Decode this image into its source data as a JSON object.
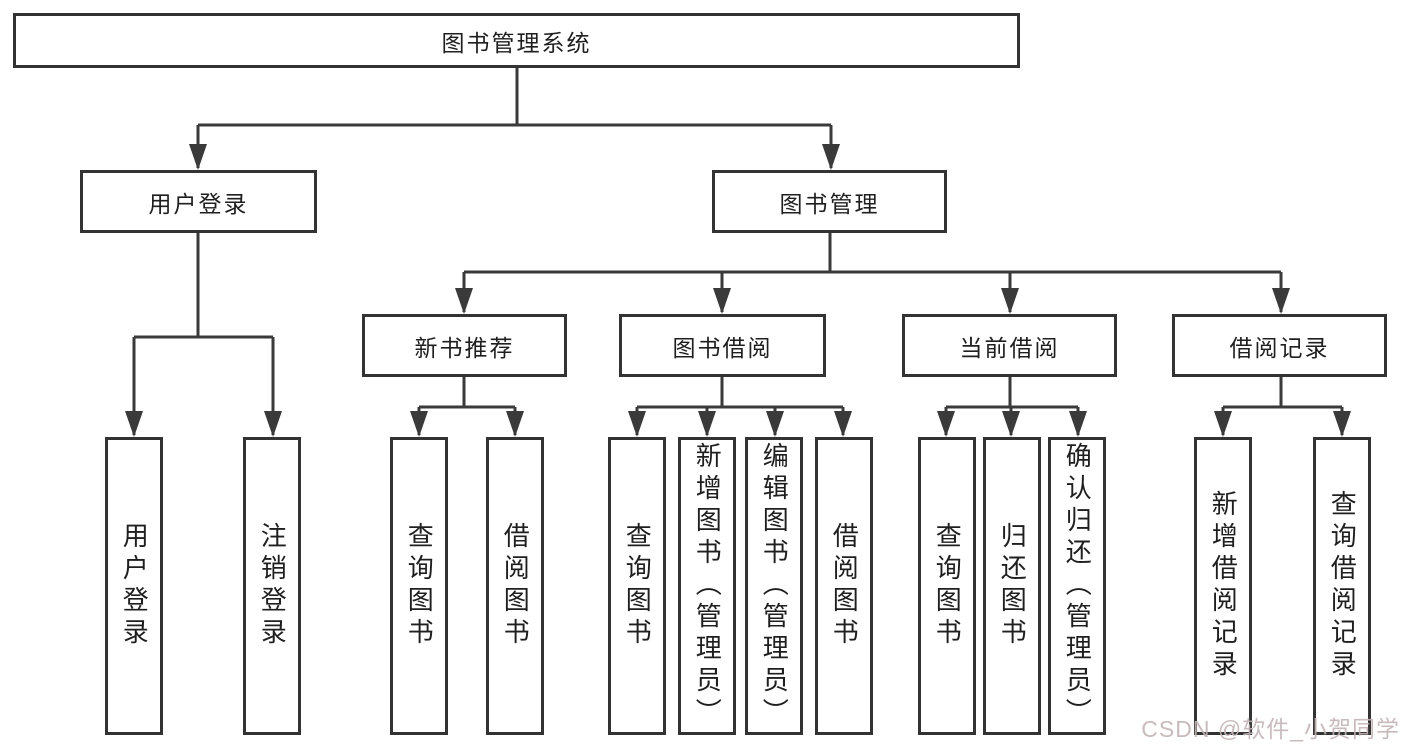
{
  "diagram": {
    "root": {
      "label": "图书管理系统"
    },
    "level1": {
      "user_login": {
        "label": "用户登录"
      },
      "book_mgmt": {
        "label": "图书管理"
      }
    },
    "level2": {
      "new_book_rec": {
        "label": "新书推荐"
      },
      "book_borrow": {
        "label": "图书借阅"
      },
      "current_borrow": {
        "label": "当前借阅"
      },
      "borrow_records": {
        "label": "借阅记录"
      }
    },
    "leaves": {
      "user_login": {
        "items": [
          "用户登录",
          "注销登录"
        ]
      },
      "new_book_rec": {
        "items": [
          "查询图书",
          "借阅图书"
        ]
      },
      "book_borrow": {
        "items": [
          "查询图书",
          "新增图书（管理员）",
          "编辑图书（管理员）",
          "借阅图书"
        ]
      },
      "current_borrow": {
        "items": [
          "查询图书",
          "归还图书",
          "确认归还（管理员）"
        ]
      },
      "borrow_records": {
        "items": [
          "新增借阅记录",
          "查询借阅记录"
        ]
      }
    }
  },
  "watermark": {
    "text": "CSDN @软件_小贺同学"
  },
  "colors": {
    "line": "#3a3a3a",
    "box_border": "#333333",
    "text": "#1f1f1f",
    "watermark": "#c3b4b4"
  }
}
